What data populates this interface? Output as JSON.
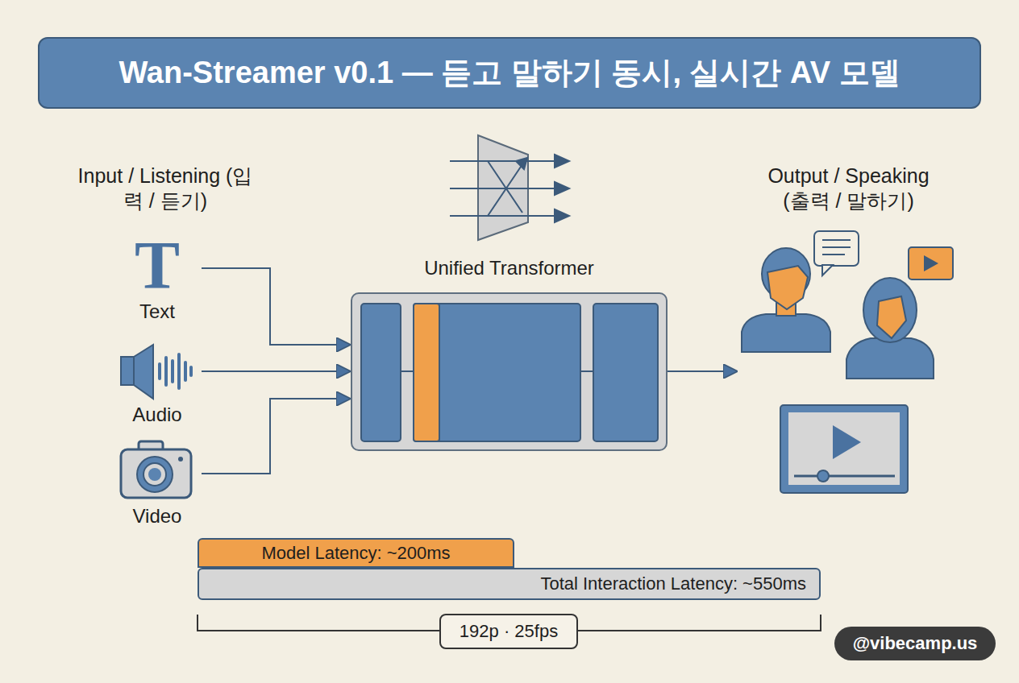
{
  "diagram": {
    "title": "Wan-Streamer v0.1 — 듣고 말하기 동시, 실시간 AV 모델",
    "nodes": [
      {
        "text": [
          "Input / Listening (입력 / 듣기)"
        ]
      },
      {
        "text": [
          "T",
          "Text"
        ],
        "in": 0
      },
      {
        "text": [
          "Audio"
        ],
        "in": 0
      },
      {
        "text": [
          "Video"
        ],
        "in": 0
      },
      {
        "text": [
          "Unified Transformer"
        ]
      },
      {
        "text": [
          "Output / Speaking (출력 / 말하기)"
        ]
      },
      {
        "text": [
          "Model Latency: ~200ms"
        ]
      },
      {
        "text": [
          "Total Interaction Latency: ~550ms"
        ]
      },
      {
        "text": [
          "192p · 25fps"
        ]
      }
    ],
    "edges": [
      {
        "from": 1,
        "to": 4,
        "arrow": "to"
      },
      {
        "from": 2,
        "to": 4,
        "arrow": "to"
      },
      {
        "from": 3,
        "to": 4,
        "arrow": "to"
      },
      {
        "from": 4,
        "to": 5,
        "arrow": "to"
      }
    ],
    "labels": [
      "@vibecamp.us"
    ]
  }
}
